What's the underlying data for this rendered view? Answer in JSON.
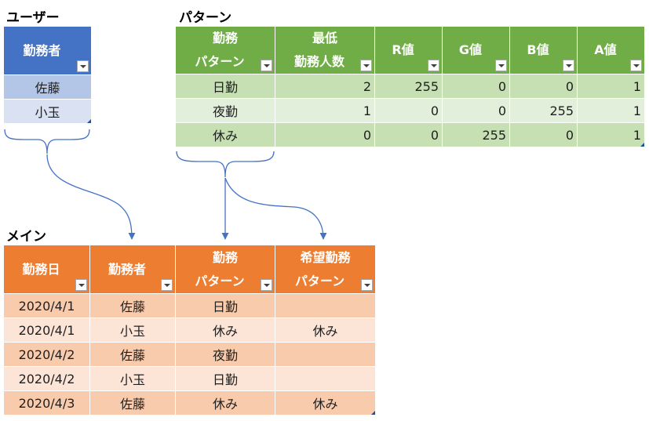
{
  "user_section": {
    "title": "ユーザー",
    "header": "勤務者",
    "rows": [
      "佐藤",
      "小玉"
    ]
  },
  "pattern_section": {
    "title": "パターン",
    "headers": [
      [
        "勤務",
        "パターン"
      ],
      [
        "最低",
        "勤務人数"
      ],
      [
        "R値"
      ],
      [
        "G値"
      ],
      [
        "B値"
      ],
      [
        "A値"
      ]
    ],
    "rows": [
      [
        "日勤",
        "2",
        "255",
        "0",
        "0",
        "1"
      ],
      [
        "夜勤",
        "1",
        "0",
        "0",
        "255",
        "1"
      ],
      [
        "休み",
        "0",
        "0",
        "255",
        "0",
        "1"
      ]
    ]
  },
  "main_section": {
    "title": "メイン",
    "headers": [
      [
        "勤務日"
      ],
      [
        "勤務者"
      ],
      [
        "勤務",
        "パターン"
      ],
      [
        "希望勤務",
        "パターン"
      ]
    ],
    "rows": [
      [
        "2020/4/1",
        "佐藤",
        "日勤",
        ""
      ],
      [
        "2020/4/1",
        "小玉",
        "休み",
        "休み"
      ],
      [
        "2020/4/2",
        "佐藤",
        "夜勤",
        ""
      ],
      [
        "2020/4/2",
        "小玉",
        "日勤",
        ""
      ],
      [
        "2020/4/3",
        "佐藤",
        "休み",
        "休み"
      ]
    ]
  },
  "colors": {
    "user_header": "#4472c4",
    "pattern_header": "#70ad47",
    "main_header": "#ed7d31",
    "connector": "#4472c4"
  }
}
